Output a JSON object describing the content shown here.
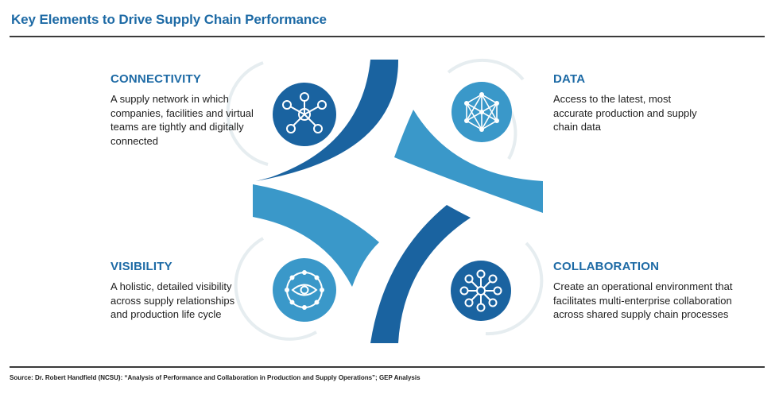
{
  "title": "Key Elements to Drive Supply Chain Performance",
  "source": "Source:  Dr. Robert Handfield (NCSU): “Analysis of Performance and Collaboration in Production and Supply Operations”; GEP Analysis",
  "colors": {
    "title_blue": "#1d6aa5",
    "dark_blue": "#1a63a0",
    "light_blue": "#3a98c9",
    "arc_gray": "#e5ecef",
    "text": "#1e1e1e"
  },
  "elements": {
    "connectivity": {
      "heading": "CONNECTIVITY",
      "body": "A supply network in which companies, facilities and virtual teams are tightly and digitally connected",
      "icon": "network-nodes-icon"
    },
    "data": {
      "heading": "DATA",
      "body": "Access to the latest, most accurate production and supply chain data",
      "icon": "mesh-network-icon"
    },
    "visibility": {
      "heading": "VISIBILITY",
      "body": "A holistic, detailed visibility across supply relationships and production life cycle",
      "icon": "eye-icon"
    },
    "collaboration": {
      "heading": "COLLABORATION",
      "body": "Create an operational environment that facilitates multi-enterprise collaboration across shared supply chain processes",
      "icon": "hub-spokes-icon"
    }
  }
}
